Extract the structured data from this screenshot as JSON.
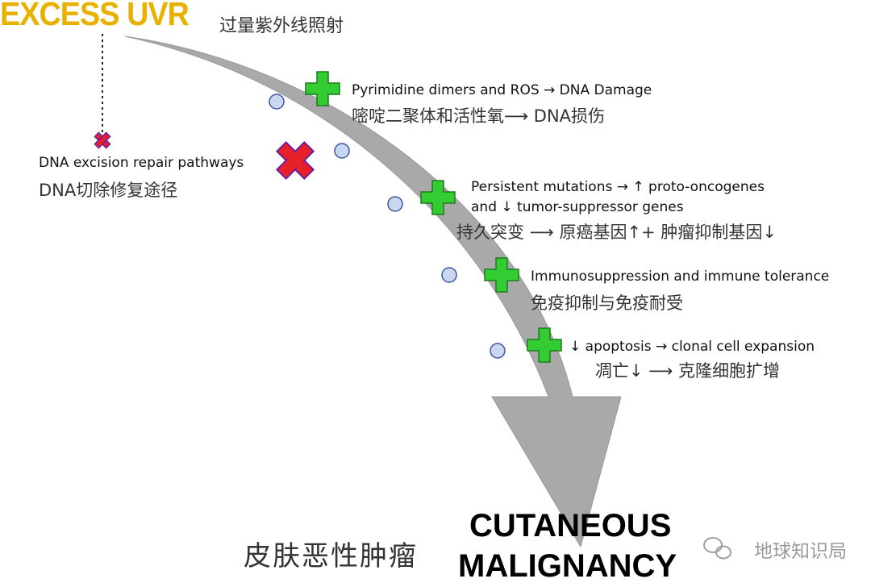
{
  "title": {
    "en": "EXCESS UVR",
    "zh": "过量紫外线照射"
  },
  "inhibited_step": {
    "en": "DNA excision repair pathways",
    "zh": "DNA切除修复途径",
    "marker_icon": "red-x-icon"
  },
  "promoting_steps": [
    {
      "en": "Pyrimidine dimers and ROS → DNA Damage",
      "zh": "嘧啶二聚体和活性氧⟶ DNA损伤",
      "marker_icon": "green-plus-icon"
    },
    {
      "en": "Persistent mutations → ↑ proto-oncogenes",
      "en2": "and ↓ tumor-suppressor genes",
      "zh": "持久突变 ⟶ 原癌基因↑+ 肿瘤抑制基因↓",
      "marker_icon": "green-plus-icon"
    },
    {
      "en": "Immunosuppression and immune tolerance",
      "zh": "免疫抑制与免疫耐受",
      "marker_icon": "green-plus-icon"
    },
    {
      "en": "↓ apoptosis → clonal cell expansion",
      "zh": "凋亡↓ ⟶ 克隆细胞扩增",
      "marker_icon": "green-plus-icon"
    }
  ],
  "outcome": {
    "en_line1": "CUTANEOUS",
    "en_line2": "MALIGNANCY",
    "zh": "皮肤恶性肿瘤"
  },
  "watermark": "地球知识局",
  "colors": {
    "title": "#e8b100",
    "arrow": "#a9a9a9",
    "plus": "#33cc33",
    "cross": "#e8202a",
    "dot": "#c9d8f0"
  }
}
